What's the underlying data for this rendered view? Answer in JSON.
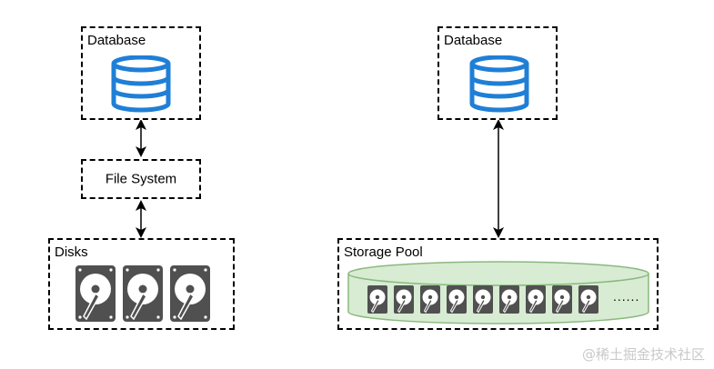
{
  "left": {
    "database_label": "Database",
    "filesystem_label": "File System",
    "disks_label": "Disks",
    "disk_count": 3
  },
  "right": {
    "database_label": "Database",
    "pool_label": "Storage Pool",
    "pool_disk_count": 9,
    "pool_ellipsis": "......"
  },
  "colors": {
    "database_blue": "#1f7fd6",
    "disk_gray": "#505050",
    "pool_green_fill": "#d7ecd2",
    "pool_green_stroke": "#8ab880"
  },
  "icons": {
    "database": "database-icon",
    "disk": "hard-disk-icon",
    "arrow": "double-arrow"
  },
  "watermark": "@稀土掘金技术社区"
}
